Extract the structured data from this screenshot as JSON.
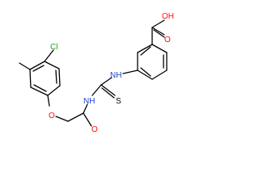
{
  "molecule": {
    "labels": {
      "chlorine": "Cl",
      "carboxylic_acid": "OH",
      "carboxyl_carbonyl_oxygen": "O",
      "thiourea_nh": "NH",
      "thione_sulfur": "S",
      "amide_nh": "NH",
      "amide_oxygen": "O",
      "ether_oxygen": "O"
    },
    "colors": {
      "bond": "#000000",
      "oxygen": "#ff0d0d",
      "nitrogen": "#1f3fcf",
      "sulfur": "#000000",
      "chlorine": "#1fa01f",
      "background": "#ffffff"
    }
  }
}
